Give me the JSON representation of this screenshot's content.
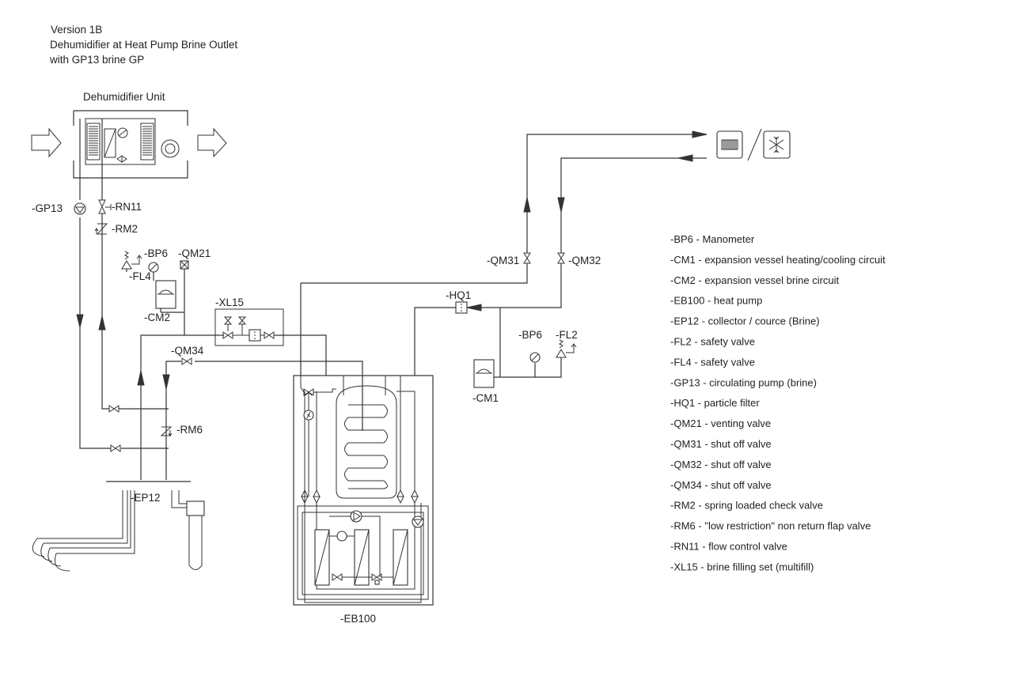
{
  "header": {
    "version": "Version 1B",
    "line1": "Dehumidifier at Heat Pump Brine Outlet",
    "line2": "with GP13 brine GP"
  },
  "labels": {
    "dehumidifier_unit": "Dehumidifier Unit",
    "gp13": "-GP13",
    "rn11": "-RN11",
    "rm2": "-RM2",
    "bp6_left": "-BP6",
    "qm21": "-QM21",
    "fl4": "-FL4",
    "cm2": "-CM2",
    "xl15": "-XL15",
    "qm34": "-QM34",
    "rm6": "-RM6",
    "ep12": "-EP12",
    "eb100": "-EB100",
    "qm31": "-QM31",
    "qm32": "-QM32",
    "hq1": "-HQ1",
    "bp6_right": "-BP6",
    "fl2": "-FL2",
    "cm1": "-CM1"
  },
  "legend": [
    "-BP6 - Manometer",
    "-CM1 - expansion vessel heating/cooling circuit",
    "-CM2 - expansion vessel brine circuit",
    "-EB100 - heat pump",
    "-EP12 - collector / cource (Brine)",
    "-FL2 - safety valve",
    "-FL4 - safety valve",
    "-GP13 - circulating pump (brine)",
    "-HQ1 - particle filter",
    "-QM21 - venting valve",
    "-QM31 - shut off valve",
    "-QM32 - shut off valve",
    "-QM34 - shut off valve",
    "-RM2 - spring loaded check valve",
    "-RM6 - \"low restriction\" non return flap valve",
    "-RN11 - flow control valve",
    "-XL15 - brine filling set (multifill)"
  ]
}
